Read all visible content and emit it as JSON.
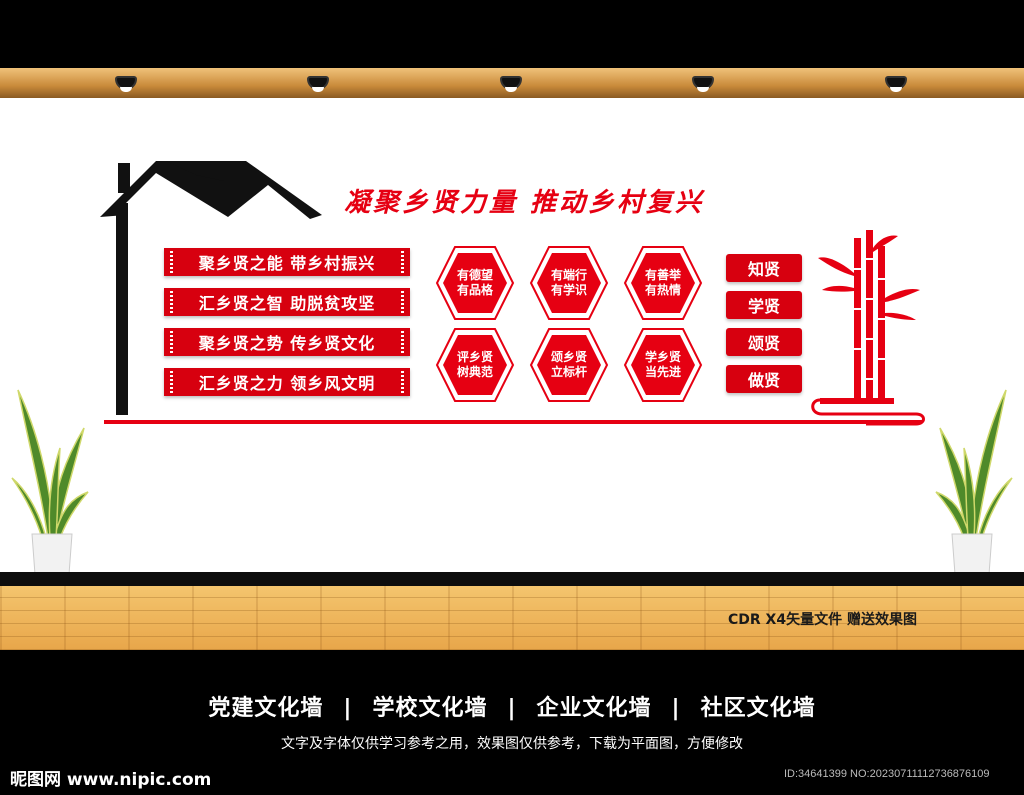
{
  "headline": "凝聚乡贤力量  推动乡村复兴",
  "banners": [
    "聚乡贤之能 带乡村振兴",
    "汇乡贤之智 助脱贫攻坚",
    "聚乡贤之势 传乡贤文化",
    "汇乡贤之力 领乡风文明"
  ],
  "hexagons_top": [
    [
      "有德望",
      "有品格"
    ],
    [
      "有端行",
      "有学识"
    ],
    [
      "有善举",
      "有热情"
    ]
  ],
  "hexagons_bottom": [
    [
      "评乡贤",
      "树典范"
    ],
    [
      "颂乡贤",
      "立标杆"
    ],
    [
      "学乡贤",
      "当先进"
    ]
  ],
  "tags": [
    "知贤",
    "学贤",
    "颂贤",
    "做贤"
  ],
  "floor_caption": "CDR X4矢量文件  赠送效果图",
  "wall_types": [
    "党建文化墙",
    "学校文化墙",
    "企业文化墙",
    "社区文化墙"
  ],
  "separator": "|",
  "note": "文字及字体仅供学习参考之用，效果图仅供参考，下载为平面图，方便修改",
  "logo": "昵图网 www.nipic.com",
  "id_text": "ID:34641399 NO:20230711112736876109",
  "colors": {
    "accent_red": "#e60012",
    "banner_red": "#d7000f"
  }
}
